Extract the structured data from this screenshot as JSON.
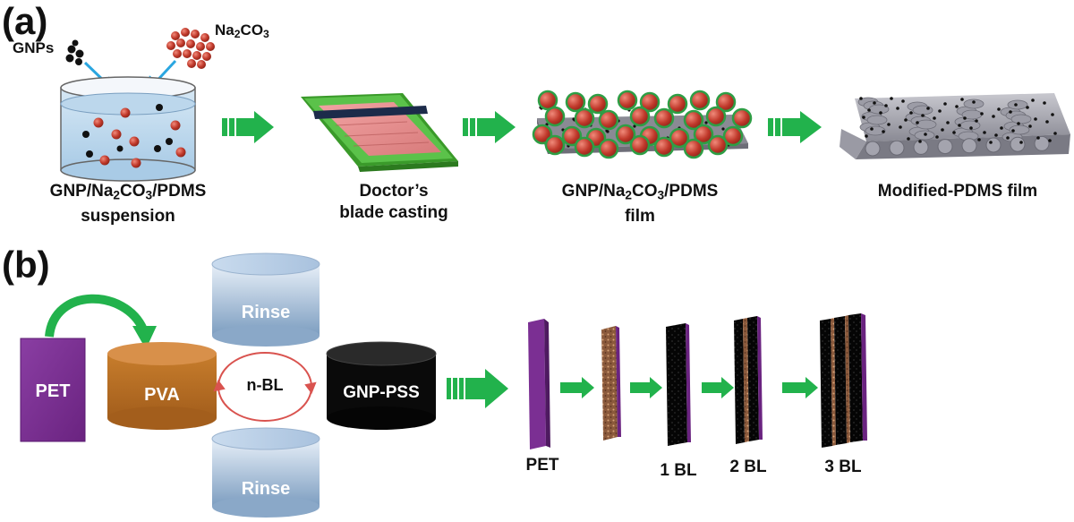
{
  "panel_a": {
    "label": "(a)",
    "gnps_label": "GNPs",
    "na2co3_label": {
      "main": "Na",
      "sub1": "2",
      "mid": "CO",
      "sub2": "3"
    },
    "steps": [
      {
        "id": "suspension",
        "line1": {
          "pre": "GNP/Na",
          "sub1": "2",
          "mid": "CO",
          "sub2": "3",
          "post": "/PDMS"
        },
        "line2": "suspension"
      },
      {
        "id": "casting",
        "line1": "Doctor’s",
        "line2": "blade casting"
      },
      {
        "id": "film",
        "line1": {
          "pre": "GNP/Na",
          "sub1": "2",
          "mid": "CO",
          "sub2": "3",
          "post": "/PDMS"
        },
        "line2": "film"
      },
      {
        "id": "modified",
        "line1": "Modified-PDMS film"
      }
    ]
  },
  "panel_b": {
    "label": "(b)",
    "pet": "PET",
    "pva": "PVA",
    "rinse_top": "Rinse",
    "rinse_bottom": "Rinse",
    "cycle": "n-BL",
    "gnp_pss": "GNP-PSS",
    "sequence": [
      "PET",
      "1 BL",
      "2 BL",
      "3 BL"
    ]
  },
  "colors": {
    "green_arrow": "#22b24c",
    "pet_purple": "#7b2f93",
    "pva_brown": "#b06a22",
    "rinse_blue": "#8fb0d0",
    "gnp_pss_black": "#0a0a0a",
    "cycle_red": "#d9534f",
    "particle_red": "#c0392b",
    "particle_green_rim": "#2e9e45"
  },
  "icons": [
    "gnp-dots-icon",
    "na2co3-particles-icon",
    "petri-dish-icon",
    "doctor-blade-icon",
    "film-particles-icon",
    "porous-film-icon",
    "cycle-arrow-icon"
  ]
}
